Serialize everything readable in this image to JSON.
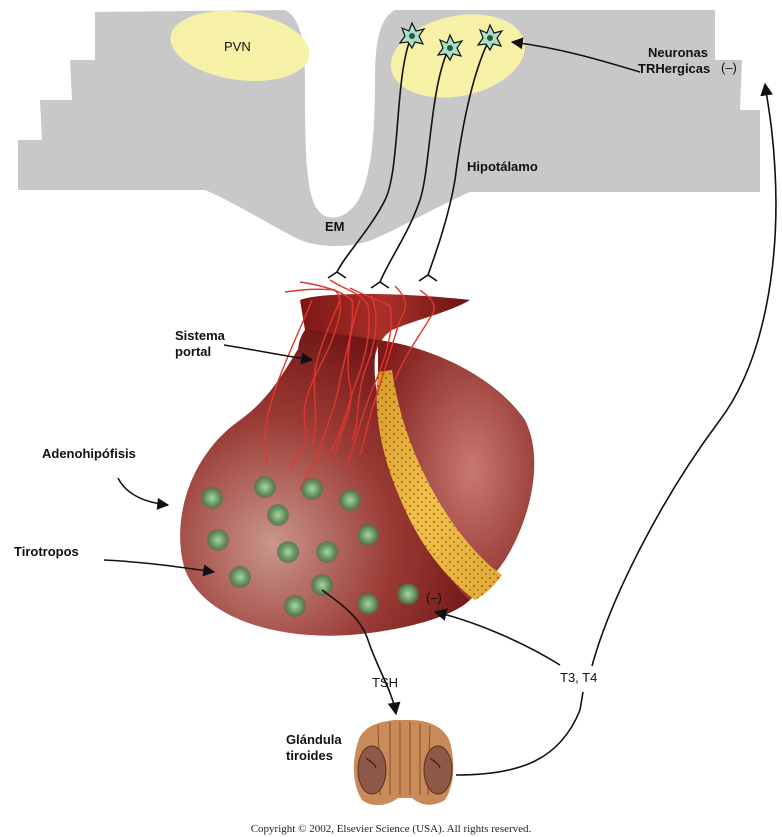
{
  "labels": {
    "pvn": "PVN",
    "neurons_line1": "Neuronas",
    "neurons_line2": "TRHergicas",
    "neg_top": "(–)",
    "hypothalamus": "Hipotálamo",
    "em": "EM",
    "portal_line1": "Sistema",
    "portal_line2": "portal",
    "adenohypophysis": "Adenohipófisis",
    "thyrotropes": "Tirotropos",
    "neg_pituitary": "(–)",
    "tsh": "TSH",
    "t3t4": "T3, T4",
    "thyroid_line1": "Glándula",
    "thyroid_line2": "tiroides",
    "copyright": "Copyright © 2002, Elsevier Science (USA). All rights reserved."
  },
  "colors": {
    "brain": "#c8c8c8",
    "nucleus": "#f7f1a8",
    "pituitary": "#7e1a1a",
    "pituitary_light": "#b5736a",
    "capillary": "#e0372c",
    "intermediate": "#e9b23a",
    "cell": "#6b9a6b",
    "neuron": "#a8e0c8",
    "thyroid": "#c98a5a"
  },
  "icons": {
    "neuron": "neuron-cell-icon",
    "thyrotrope": "thyrotrope-cell-icon",
    "thyroid": "thyroid-gland-icon"
  }
}
